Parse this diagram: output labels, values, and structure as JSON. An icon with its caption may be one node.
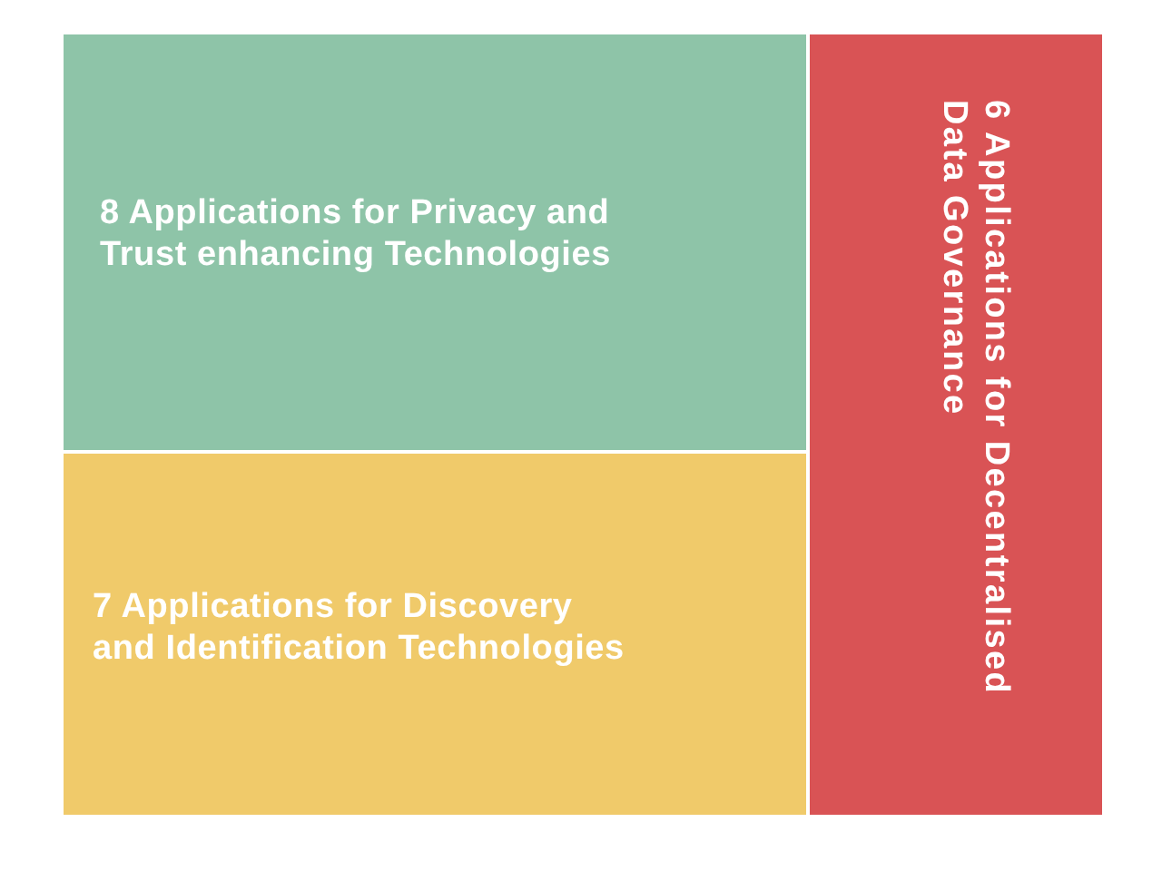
{
  "diagram": {
    "nodes": [
      {
        "text": [
          "8 Applications for Privacy and Trust enhancing Technologies"
        ]
      },
      {
        "text": [
          "7 Applications for Discovery and Identification Technologies"
        ]
      },
      {
        "text": [
          "6 Applications for Decentralised Data Governance"
        ]
      }
    ]
  }
}
